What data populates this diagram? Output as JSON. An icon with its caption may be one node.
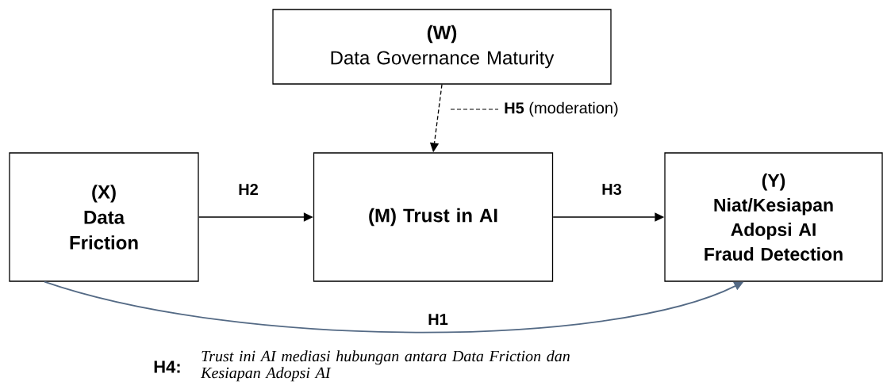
{
  "diagram": {
    "nodes": [
      {
        "text": [
          "(W)",
          "Data Governance Maturity"
        ]
      },
      {
        "text": [
          "(X)",
          "Data Friction"
        ]
      },
      {
        "text": [
          "(M) Trust in AI"
        ]
      },
      {
        "text": [
          "(Y)",
          "Niat/Kesiapan Adopsi AI Fraud Detection"
        ]
      }
    ],
    "edges": [
      {
        "from": 0,
        "to": 2,
        "arrow": "to",
        "style": "dashed",
        "label": "**H5** (moderation)"
      },
      {
        "from": 1,
        "to": 2,
        "arrow": "to",
        "label": "H2"
      },
      {
        "from": 2,
        "to": 3,
        "arrow": "to",
        "label": "H3"
      },
      {
        "from": 1,
        "to": 3,
        "arrow": "to",
        "label": "H1",
        "color": "#546a85"
      }
    ],
    "labels": [
      "H4:",
      "Trust ini AI mediasi hubungan antara Data Friction dan Kesiapan Adopsi AI"
    ]
  }
}
